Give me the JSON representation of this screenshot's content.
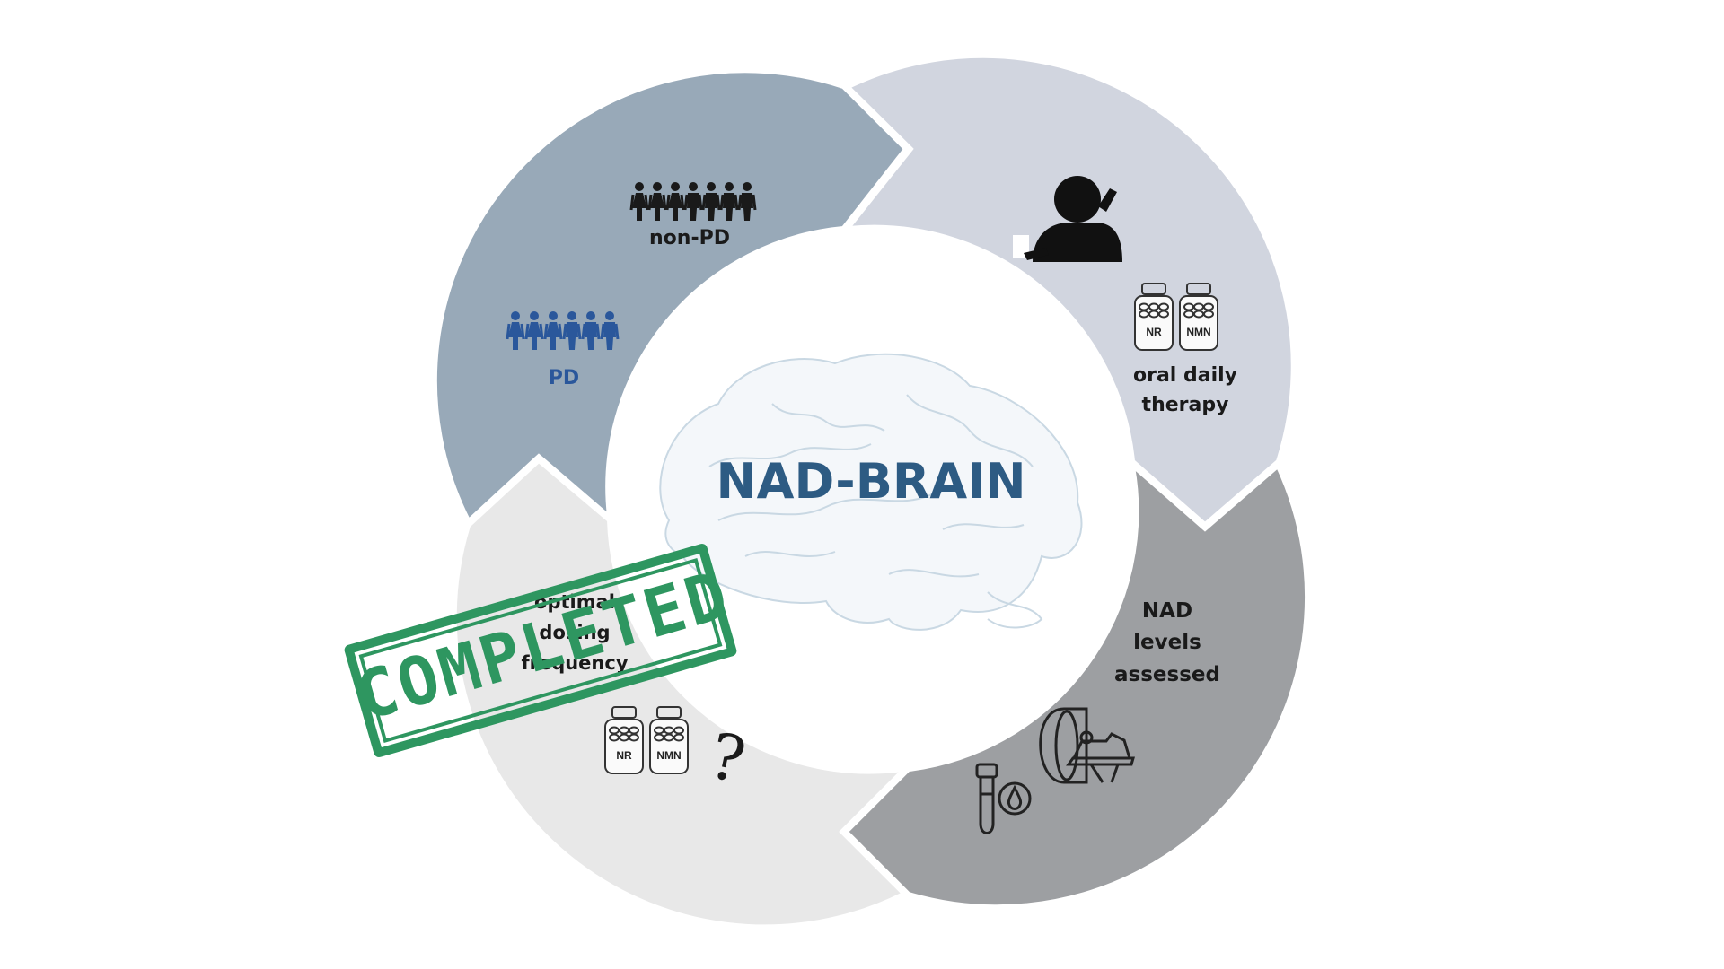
{
  "diagram": {
    "title": "NAD-BRAIN",
    "segments": [
      {
        "id": "recruitment",
        "color": "#98a9b8",
        "labels": [
          "non-PD",
          "PD"
        ]
      },
      {
        "id": "therapy",
        "color": "#d1d5df",
        "labels": [
          "oral daily",
          "therapy"
        ]
      },
      {
        "id": "assessment",
        "color": "#9d9fa2",
        "labels": [
          "NAD",
          "levels",
          "assessed"
        ]
      },
      {
        "id": "dosing",
        "color": "#e8e8e8",
        "labels": [
          "optimal",
          "dosing",
          "frequency"
        ]
      }
    ],
    "pill_labels": {
      "nr": "NR",
      "nmn": "NMN"
    },
    "question_mark": "?",
    "stamp": {
      "text": "COMPLETED",
      "color": "#2e9660"
    },
    "colors": {
      "title": "#2d5b83",
      "pd": "#2a579b",
      "icon": "#111111",
      "brain": "#c9d8e3"
    },
    "icons": [
      "people-group-icon",
      "clinician-icon",
      "pill-bottle-icon",
      "blood-tube-icon",
      "mri-scanner-icon",
      "brain-icon"
    ]
  }
}
